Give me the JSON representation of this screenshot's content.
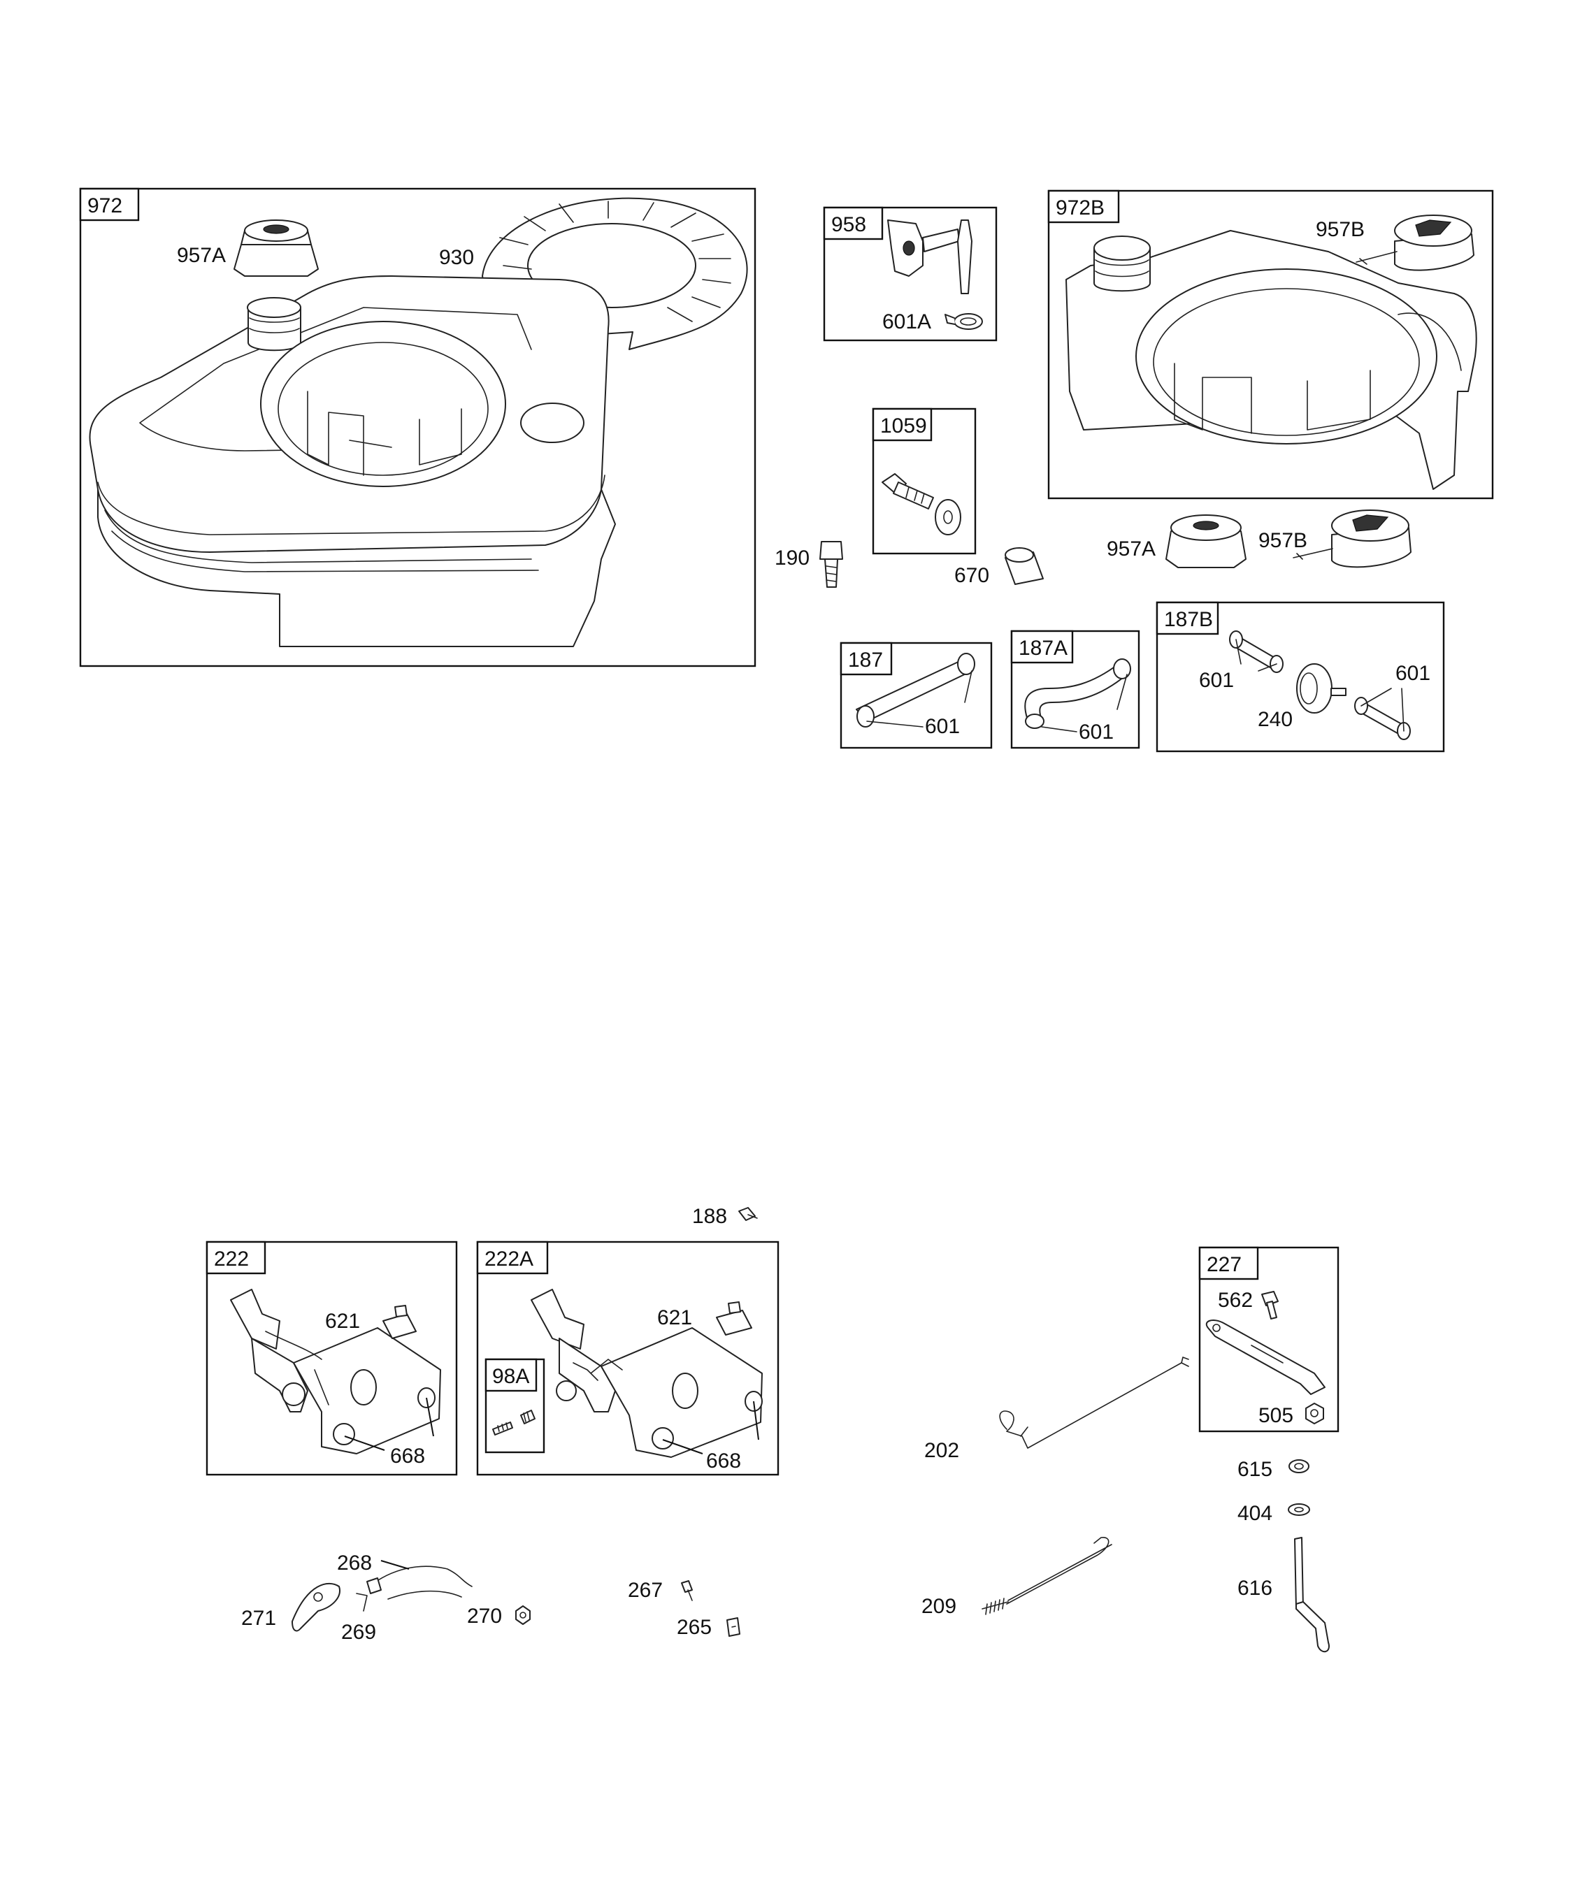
{
  "boxes": {
    "b972": "972",
    "b958": "958",
    "b972B": "972B",
    "b1059": "1059",
    "b187": "187",
    "b187A": "187A",
    "b187B": "187B",
    "b222": "222",
    "b222A": "222A",
    "b98A": "98A",
    "b227": "227"
  },
  "callouts": {
    "c957A_1": "957A",
    "c930": "930",
    "c601A": "601A",
    "c957B_1": "957B",
    "c190": "190",
    "c670": "670",
    "c957A_2": "957A",
    "c957B_2": "957B",
    "c601_187": "601",
    "c601_187A": "601",
    "c601_187B_left": "601",
    "c601_187B_right": "601",
    "c240": "240",
    "c188": "188",
    "c621_222": "621",
    "c668_222": "668",
    "c621_222A": "621",
    "c668_222A": "668",
    "c562": "562",
    "c505": "505",
    "c202": "202",
    "c615": "615",
    "c404": "404",
    "c616": "616",
    "c268": "268",
    "c271": "271",
    "c269": "269",
    "c270": "270",
    "c267": "267",
    "c265": "265",
    "c209": "209"
  }
}
